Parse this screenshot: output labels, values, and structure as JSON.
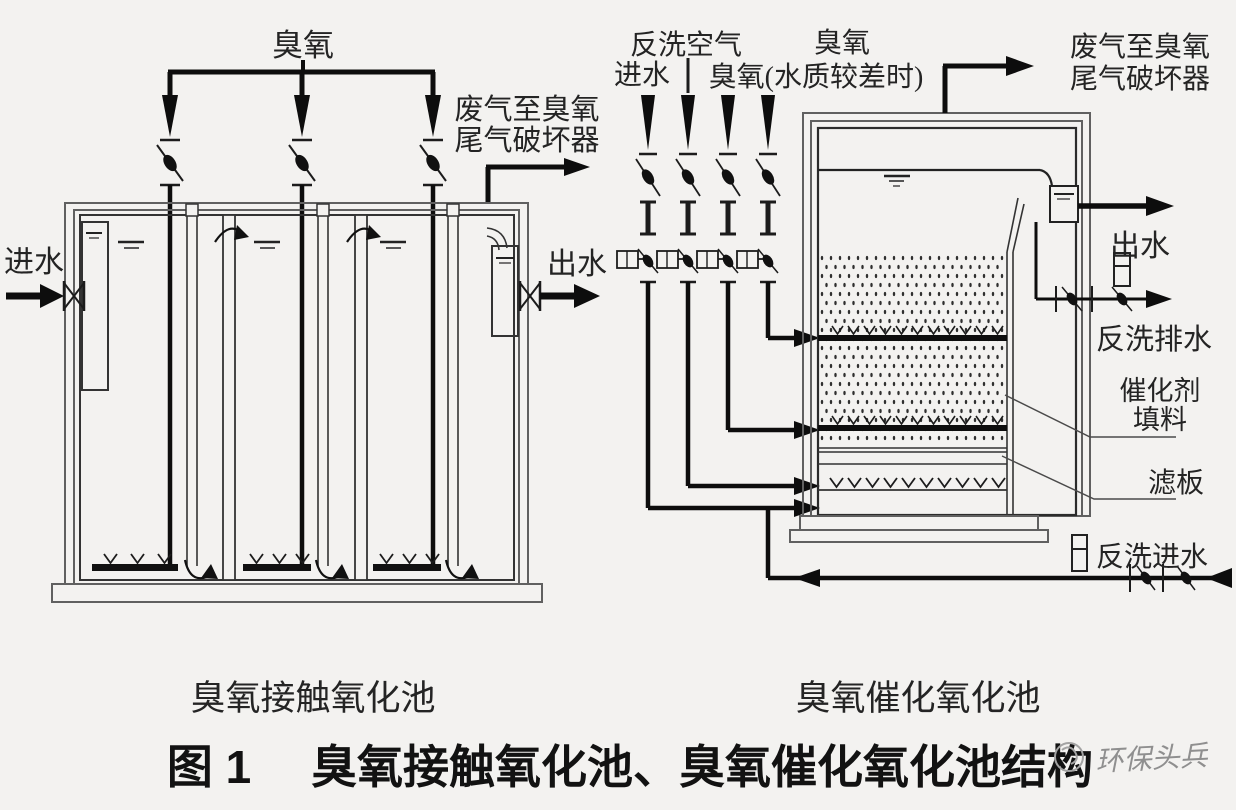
{
  "left_diagram": {
    "ozone_label": "臭氧",
    "waste_gas_label_line1": "废气至臭氧",
    "waste_gas_label_line2": "尾气破坏器",
    "inlet_label": "进水",
    "outlet_label": "出水",
    "pool_label": "臭氧接触氧化池"
  },
  "right_diagram": {
    "backwash_air_label": "反洗空气",
    "ozone_label": "臭氧",
    "inlet_label": "进水",
    "ozone_poor_quality_label": "臭氧(水质较差时)",
    "waste_gas_label_line1": "废气至臭氧",
    "waste_gas_label_line2": "尾气破坏器",
    "outlet_label": "出水",
    "backwash_drain_label": "反洗排水",
    "catalyst_label_line1": "催化剂",
    "catalyst_label_line2": "填料",
    "filter_plate_label": "滤板",
    "backwash_inlet_label": "反洗进水",
    "pool_label": "臭氧催化氧化池"
  },
  "caption": {
    "figure_number": "图 1",
    "title": "臭氧接触氧化池、臭氧催化氧化池结构"
  },
  "watermark": {
    "text": "环保头兵"
  },
  "colors": {
    "background": "#f3f2f0",
    "pipe_black": "#0d0d0d",
    "structure_dark": "#2f2f2f",
    "wall_gray": "#606060",
    "text_dark": "#242424",
    "watermark_gray": "#8f8f8f"
  }
}
